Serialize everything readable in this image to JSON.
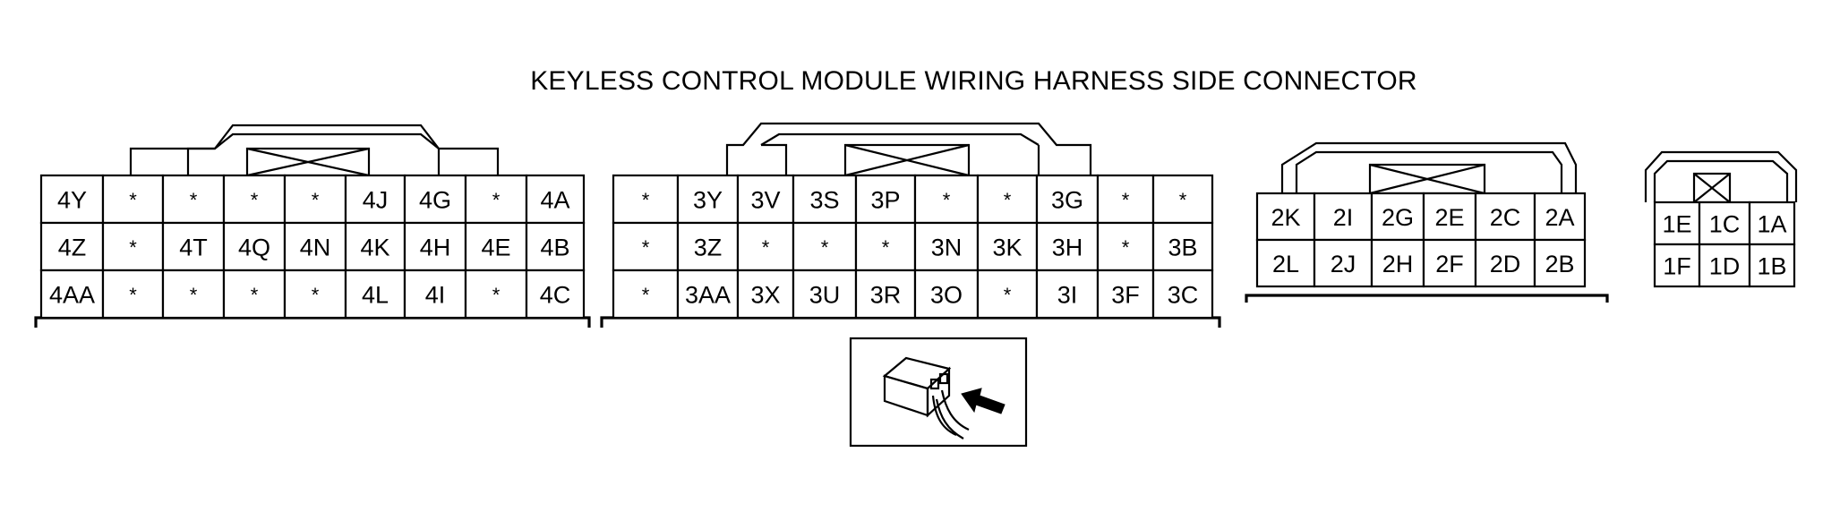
{
  "title": "KEYLESS CONTROL MODULE WIRING HARNESS SIDE CONNECTOR",
  "connectors": {
    "c4": [
      [
        "4Y",
        "*",
        "*",
        "*",
        "*",
        "4J",
        "4G",
        "*",
        "4A"
      ],
      [
        "4Z",
        "*",
        "4T",
        "4Q",
        "4N",
        "4K",
        "4H",
        "4E",
        "4B"
      ],
      [
        "4AA",
        "*",
        "*",
        "*",
        "*",
        "4L",
        "4I",
        "*",
        "4C"
      ]
    ],
    "c3": [
      [
        "*",
        "3Y",
        "3V",
        "3S",
        "3P",
        "*",
        "*",
        "3G",
        "*",
        "*"
      ],
      [
        "*",
        "3Z",
        "*",
        "*",
        "*",
        "3N",
        "3K",
        "3H",
        "*",
        "3B"
      ],
      [
        "*",
        "3AA",
        "3X",
        "3U",
        "3R",
        "3O",
        "*",
        "3I",
        "3F",
        "3C"
      ]
    ],
    "c2": [
      [
        "2K",
        "2I",
        "2G",
        "2E",
        "2C",
        "2A"
      ],
      [
        "2L",
        "2J",
        "2H",
        "2F",
        "2D",
        "2B"
      ]
    ],
    "c1": [
      [
        "1E",
        "1C",
        "1A"
      ],
      [
        "1F",
        "1D",
        "1B"
      ]
    ]
  }
}
